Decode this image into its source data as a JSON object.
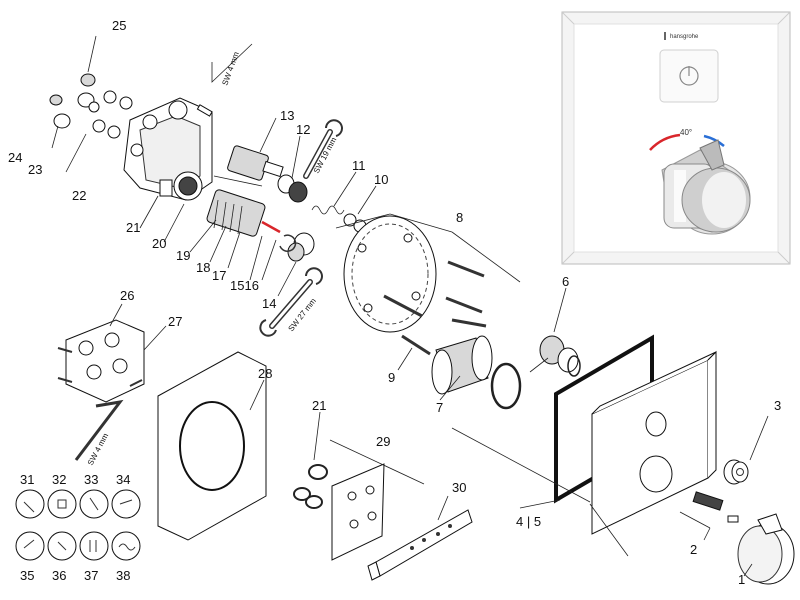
{
  "product": {
    "brand": "hansgrohe",
    "temperature": "40",
    "degree_sign": "°"
  },
  "parts": {
    "p1": "1",
    "p2": "2",
    "p3": "3",
    "p4_5": "4 | 5",
    "p6": "6",
    "p7": "7",
    "p8": "8",
    "p9": "9",
    "p10": "10",
    "p11": "11",
    "p12": "12",
    "p13": "13",
    "p14": "14",
    "p15_16": "1516",
    "p17": "17",
    "p18": "18",
    "p19": "19",
    "p20": "20",
    "p21a": "21",
    "p21b": "21",
    "p22": "22",
    "p23": "23",
    "p24": "24",
    "p25": "25",
    "p26": "26",
    "p27": "27",
    "p28": "28",
    "p29": "29",
    "p30": "30",
    "p31": "31",
    "p32": "32",
    "p33": "33",
    "p34": "34",
    "p35": "35",
    "p36": "36",
    "p37": "37",
    "p38": "38"
  },
  "tools": {
    "hex_key_top": "SW 4 mm",
    "hex_key_bottom": "SW 4 mm",
    "wrench_19": "SW 19 mm",
    "wrench_27": "SW 27 mm"
  },
  "colors": {
    "line": "#222222",
    "hot_red": "#d9262b",
    "cold_blue": "#2a6fd6",
    "chrome": "#bfbfbf",
    "background": "#ffffff"
  },
  "icons": [
    "power-icon",
    "shower-head-icon",
    "overhead-shower-icon",
    "hand-shower-icon",
    "body-jet-icon",
    "tub-spout-icon",
    "rain-icon",
    "side-shower-icon",
    "wave-icon"
  ]
}
